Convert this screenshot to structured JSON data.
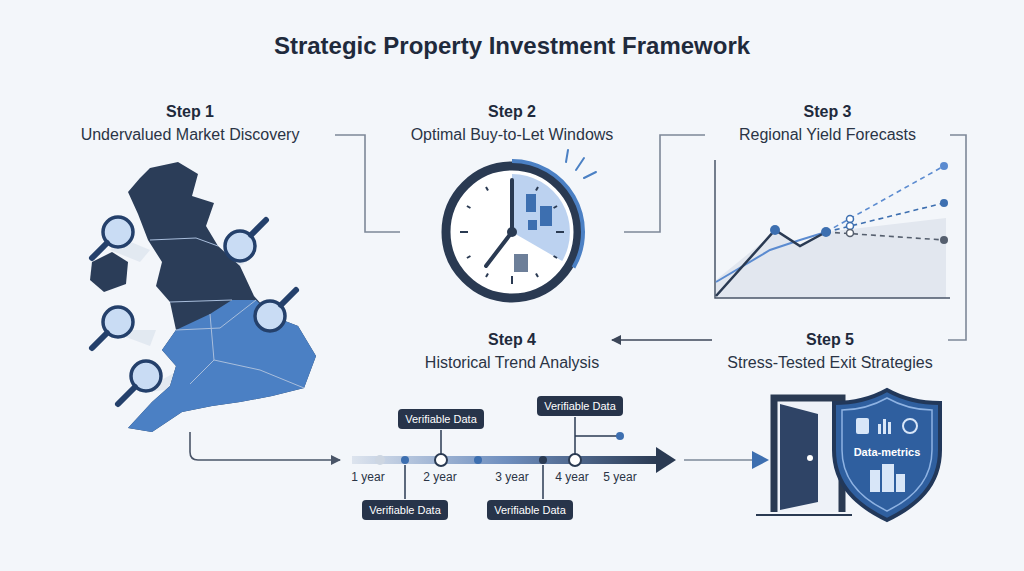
{
  "diagram": {
    "title": "Strategic Property Investment Framework",
    "nodes": [
      {
        "text": [
          "Step 1",
          "Undervalued Market Discovery"
        ]
      },
      {
        "text": [
          "Step 2",
          "Optimal Buy-to-Let Windows"
        ]
      },
      {
        "text": [
          "Step 3",
          "Regional Yield Forecasts"
        ]
      },
      {
        "text": [
          "Step 4",
          "Historical Trend Analysis"
        ]
      },
      {
        "text": [
          "Step 5",
          "Stress-Tested Exit Strategies"
        ]
      },
      {
        "text": [
          "Verifiable Data"
        ]
      },
      {
        "text": [
          "Verifiable Data"
        ]
      },
      {
        "text": [
          "Verifiable Data"
        ]
      },
      {
        "text": [
          "Verifiable Data"
        ]
      }
    ],
    "edges": [
      {
        "from": 0,
        "to": 1,
        "arrow": "none"
      },
      {
        "from": 1,
        "to": 2,
        "arrow": "none"
      },
      {
        "from": 2,
        "to": 4,
        "arrow": "none"
      },
      {
        "from": 4,
        "to": 3,
        "arrow": "to"
      }
    ],
    "labels": [
      "1 year",
      "2 year",
      "3 year",
      "4 year",
      "5 year",
      "Data-metrics"
    ]
  }
}
